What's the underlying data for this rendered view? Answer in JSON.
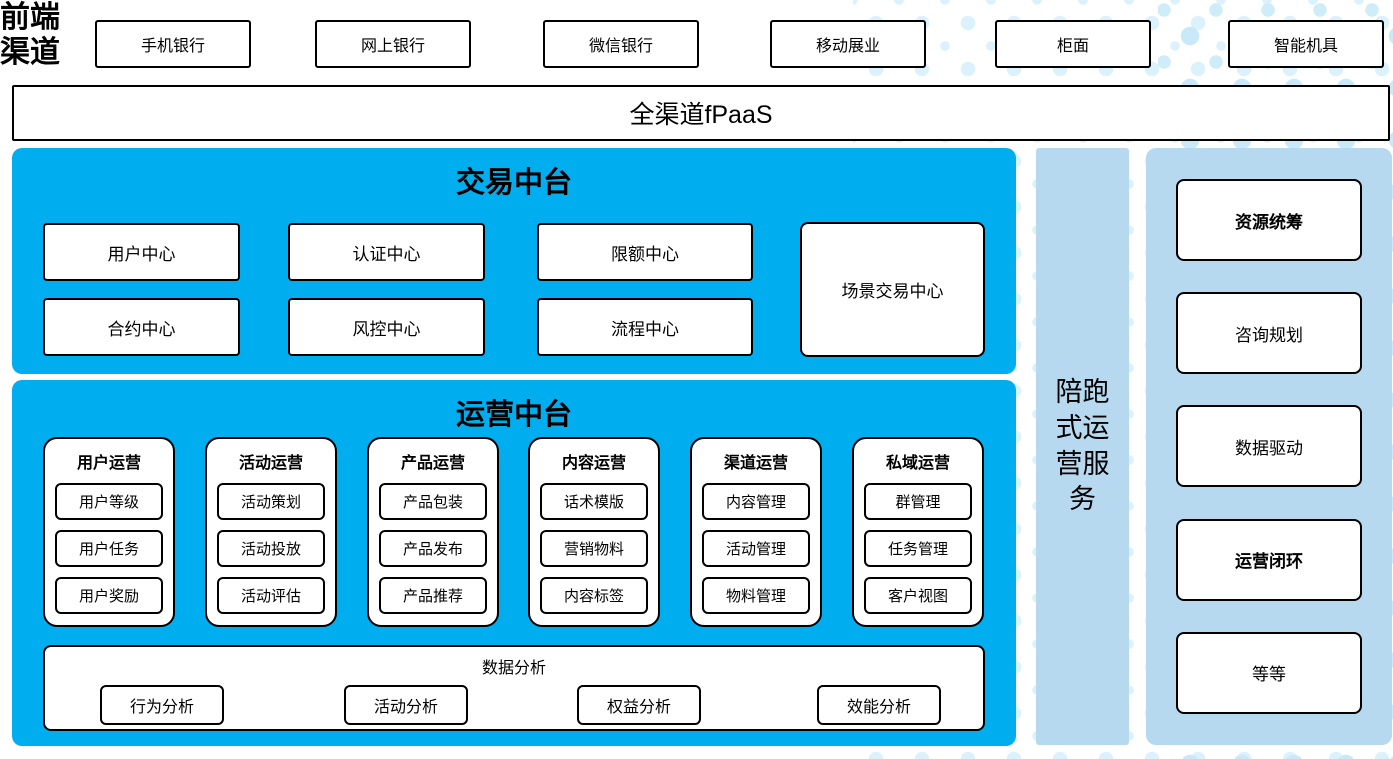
{
  "colors": {
    "platform_blue": "#00AEEF",
    "column_light_blue": "#B7D9EF",
    "dot_light": "#DBF1FC",
    "dot_medium": "#C9E9F8",
    "border_black": "#000000"
  },
  "front_channels": {
    "label": "前端渠道",
    "items": [
      "手机银行",
      "网上银行",
      "微信银行",
      "移动展业",
      "柜面",
      "智能机具"
    ]
  },
  "fpaas": {
    "label": "全渠道fPaaS"
  },
  "trade": {
    "title": "交易中台",
    "boxes": [
      "用户中心",
      "认证中心",
      "限额中心",
      "合约中心",
      "风控中心",
      "流程中心"
    ],
    "scene_box": "场景交易中心"
  },
  "ops": {
    "title": "运营中台",
    "groups": [
      {
        "title": "用户运营",
        "items": [
          "用户等级",
          "用户任务",
          "用户奖励"
        ]
      },
      {
        "title": "活动运营",
        "items": [
          "活动策划",
          "活动投放",
          "活动评估"
        ]
      },
      {
        "title": "产品运营",
        "items": [
          "产品包装",
          "产品发布",
          "产品推荐"
        ]
      },
      {
        "title": "内容运营",
        "items": [
          "话术模版",
          "营销物料",
          "内容标签"
        ]
      },
      {
        "title": "渠道运营",
        "items": [
          "内容管理",
          "活动管理",
          "物料管理"
        ]
      },
      {
        "title": "私域运营",
        "items": [
          "群管理",
          "任务管理",
          "客户视图"
        ]
      }
    ],
    "analysis": {
      "title": "数据分析",
      "items": [
        "行为分析",
        "活动分析",
        "权益分析",
        "效能分析"
      ]
    }
  },
  "accompany": {
    "label": "陪跑式运营服务"
  },
  "services": {
    "items": [
      "资源统筹",
      "咨询规划",
      "数据驱动",
      "运营闭环",
      "等等"
    ]
  }
}
